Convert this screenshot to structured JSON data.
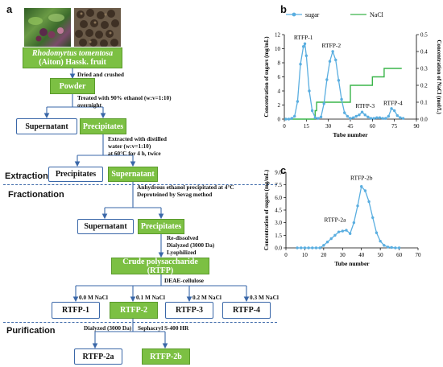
{
  "panel_a": {
    "letter": "a",
    "source_name": "Rhodomyrtus tomentosa",
    "source_sub": "(Aiton) Hassk. fruit",
    "step_dried": "Dried and crushed",
    "powder": "Powder",
    "step_ethanol": "Treated with 90% ethanol (w:v=1:10)\novernight",
    "supernatant1": "Supernatant",
    "precipitates1": "Precipitates",
    "step_water": "Extracted with distilled\nwater (w:v=1:10)\nat 60°C for 4 h, twice",
    "extraction": "Extraction",
    "precipitates2": "Precipitates",
    "supernatant2": "Supernatant",
    "fractionation": "Fractionation",
    "step_anhydrous": "Anhydrous ethanol precipitated at 4°C\nDeprotеined by Sevag method",
    "supernatant3": "Supernatant",
    "precipitates3": "Precipitates",
    "step_redissolve": "Re-dissolved\nDialyzed (3000 Da)\nLyophilized",
    "crude": "Crude polysaccharide (RTFP)",
    "step_deae": "DEAE-cellulose",
    "nacl_0": "0.0 M NaCl",
    "nacl_1": "0.1 M NaCl",
    "nacl_2": "0.2 M NaCl",
    "nacl_3": "0.3 M NaCl",
    "rtfp1": "RTFP-1",
    "rtfp2": "RTFP-2",
    "rtfp3": "RTFP-3",
    "rtfp4": "RTFP-4",
    "purification": "Purification",
    "step_dialyzed": "Dialyzed (3000 Da)",
    "step_sephacryl": "Sephacryl S-400 HR",
    "rtfp2a": "RTFP-2a",
    "rtfp2b": "RTFP-2b"
  },
  "chart_data": [
    {
      "panel": "b",
      "type": "line",
      "legend_sugar": "sugar",
      "legend_nacl": "NaCl",
      "legend_position": "top",
      "xlabel": "Tube number",
      "ylabel": "Concentration of sugars (mg/mL)",
      "ylabel_right": "Concentration of NaCl (mol/L)",
      "xlim": [
        0,
        90
      ],
      "ylim": [
        0,
        12
      ],
      "ylim_right": [
        0,
        0.5
      ],
      "x_ticks": [
        "0",
        "15",
        "30",
        "45",
        "60",
        "75",
        "90"
      ],
      "y_ticks": [
        "0",
        "2",
        "4",
        "6",
        "8",
        "10",
        "12"
      ],
      "y_right_ticks": [
        "0.0",
        "0.1",
        "0.2",
        "0.3",
        "0.4",
        "0.5"
      ],
      "sugar_color": "#5aaee0",
      "nacl_color": "#3ab54a",
      "sugar": {
        "x": [
          1,
          3,
          5,
          7,
          9,
          11,
          13,
          14,
          15,
          17,
          19,
          21,
          23,
          25,
          27,
          29,
          31,
          33,
          35,
          37,
          39,
          41,
          43,
          45,
          47,
          49,
          51,
          53,
          55,
          57,
          59,
          61,
          63,
          65,
          67,
          69,
          71,
          73,
          75,
          77,
          79,
          81
        ],
        "y": [
          0,
          0,
          0.1,
          0.4,
          2.5,
          7.8,
          10.3,
          10.7,
          9.0,
          4.0,
          1.2,
          0.2,
          0.1,
          0.3,
          2.2,
          5.6,
          8.2,
          9.6,
          8.4,
          5.5,
          2.8,
          0.9,
          0.4,
          0.1,
          0.2,
          0.4,
          0.6,
          1.0,
          0.6,
          0.3,
          0.1,
          0.1,
          0.2,
          0.2,
          0.1,
          0.1,
          0.4,
          1.5,
          1.2,
          0.5,
          0.2,
          0.1
        ]
      },
      "nacl": {
        "x": [
          0,
          21,
          21,
          22,
          22,
          38,
          38,
          45,
          45,
          60,
          60,
          68,
          68,
          80
        ],
        "y": [
          0,
          0,
          0.05,
          0.05,
          0.1,
          0.1,
          0.1,
          0.1,
          0.2,
          0.2,
          0.25,
          0.25,
          0.3,
          0.3
        ]
      },
      "annotations": [
        {
          "text": "RTFP-1",
          "x": 13,
          "y": 11.3
        },
        {
          "text": "RTFP-2",
          "x": 32,
          "y": 10.2
        },
        {
          "text": "RTFP-3",
          "x": 55,
          "y": 1.6
        },
        {
          "text": "RTFP-4",
          "x": 74,
          "y": 2.0
        }
      ]
    },
    {
      "panel": "c",
      "type": "line",
      "xlabel": "Tube number",
      "ylabel": "Concentration of sugars (mg/mL)",
      "xlim": [
        0,
        70
      ],
      "ylim": [
        0,
        9.0
      ],
      "x_ticks": [
        "0",
        "10",
        "20",
        "30",
        "40",
        "50",
        "60",
        "70"
      ],
      "y_ticks": [
        "0.0",
        "1.5",
        "3.0",
        "4.5",
        "6.0",
        "7.5",
        "9.0"
      ],
      "color": "#5aaee0",
      "sugar": {
        "x": [
          6,
          8,
          10,
          12,
          14,
          16,
          18,
          20,
          22,
          24,
          26,
          28,
          30,
          32,
          34,
          36,
          38,
          40,
          42,
          44,
          46,
          48,
          50,
          52,
          54,
          56,
          58,
          60
        ],
        "y": [
          0,
          0,
          0,
          0,
          0,
          0,
          0,
          0.3,
          0.7,
          1.1,
          1.5,
          1.9,
          2.0,
          2.1,
          1.7,
          3.0,
          5.0,
          7.3,
          6.8,
          5.5,
          3.6,
          1.8,
          0.8,
          0.3,
          0.1,
          0.05,
          0,
          0
        ]
      },
      "annotations": [
        {
          "text": "RTFP-2a",
          "x": 26,
          "y": 3.1
        },
        {
          "text": "RTFP-2b",
          "x": 40,
          "y": 8.1
        }
      ]
    }
  ]
}
